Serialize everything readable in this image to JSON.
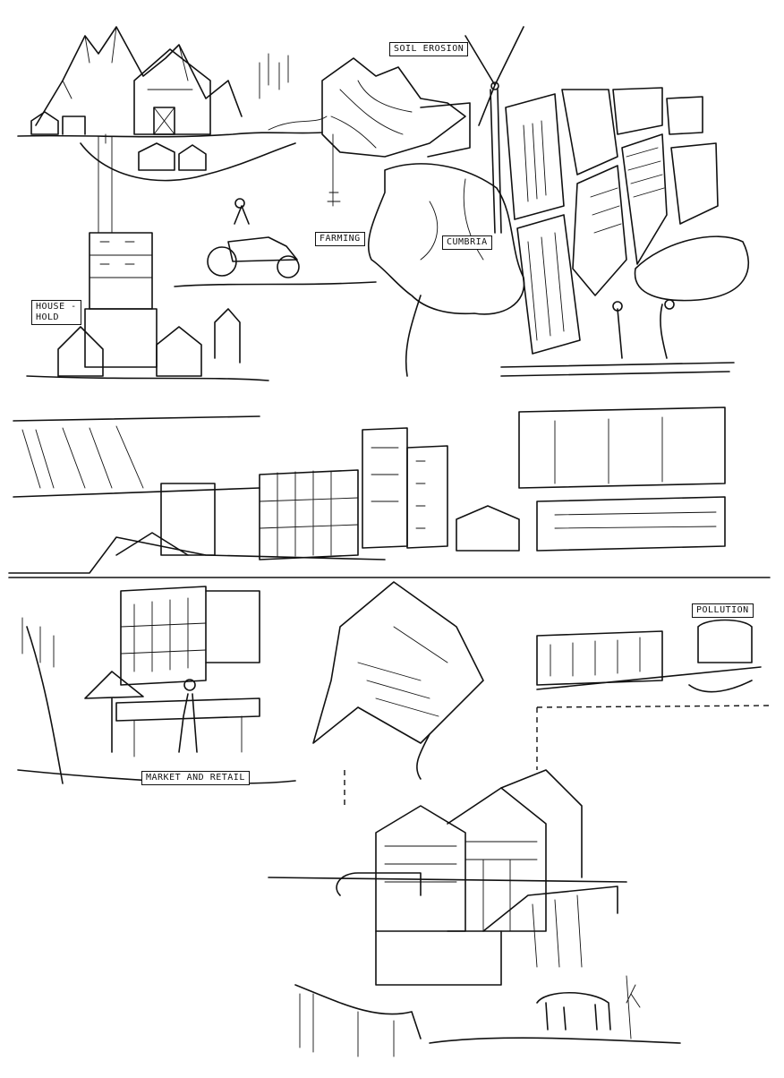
{
  "labels": {
    "soil_erosion": "SOIL EROSION",
    "farming": "FARMING",
    "cumbria": "CUMBRIA",
    "household": "HOUSE -\nHOLD",
    "pollution": "POLLUTION",
    "market_and_retail": "MARKET AND RETAIL"
  },
  "colors": {
    "ink": "#111111",
    "paper": "#ffffff"
  }
}
